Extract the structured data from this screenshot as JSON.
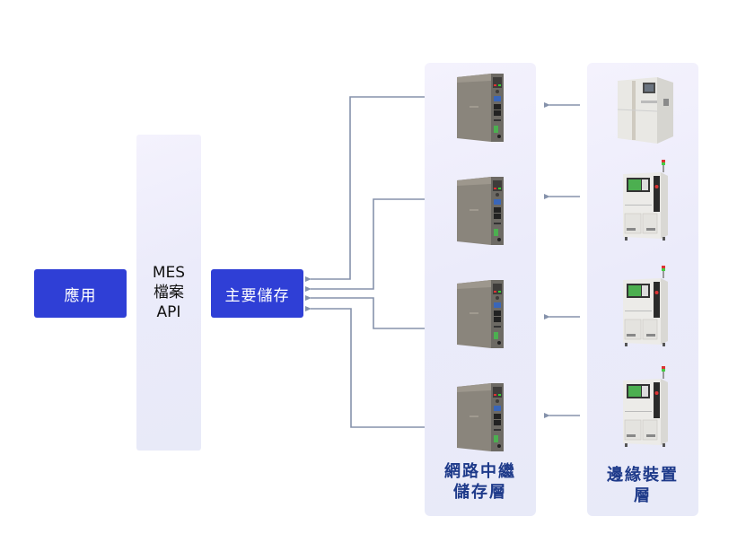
{
  "diagram": {
    "nodes": {
      "application": {
        "label": "應用"
      },
      "mes_api": {
        "lines": [
          "MES",
          "檔案",
          "API"
        ]
      },
      "primary_storage": {
        "label": "主要儲存"
      }
    },
    "layers": {
      "relay_storage": {
        "label_lines": [
          "網路中繼",
          "儲存層"
        ],
        "devices": [
          {
            "name": "relay-gateway-1",
            "type": "industrial-gateway"
          },
          {
            "name": "relay-gateway-2",
            "type": "industrial-gateway"
          },
          {
            "name": "relay-gateway-3",
            "type": "industrial-gateway"
          },
          {
            "name": "relay-gateway-4",
            "type": "industrial-gateway"
          }
        ]
      },
      "edge_devices": {
        "label_lines": [
          "邊緣裝置",
          "層"
        ],
        "devices": [
          {
            "name": "edge-machine-1",
            "type": "inspection-machine-large"
          },
          {
            "name": "edge-machine-2",
            "type": "aoi-machine"
          },
          {
            "name": "edge-machine-3",
            "type": "aoi-machine"
          },
          {
            "name": "edge-machine-4",
            "type": "aoi-machine"
          }
        ]
      }
    },
    "connections": [
      {
        "from": "edge-machine-1",
        "to": "relay-gateway-1"
      },
      {
        "from": "edge-machine-2",
        "to": "relay-gateway-2"
      },
      {
        "from": "edge-machine-3",
        "to": "relay-gateway-3"
      },
      {
        "from": "edge-machine-4",
        "to": "relay-gateway-4"
      },
      {
        "from": "relay-gateway-1",
        "to": "primary_storage"
      },
      {
        "from": "relay-gateway-2",
        "to": "primary_storage"
      },
      {
        "from": "relay-gateway-3",
        "to": "primary_storage"
      },
      {
        "from": "relay-gateway-4",
        "to": "primary_storage"
      }
    ],
    "colors": {
      "node_fill": "#2f3fd6",
      "layer_label": "#1e3a8a",
      "wire": "#8592ab"
    }
  }
}
